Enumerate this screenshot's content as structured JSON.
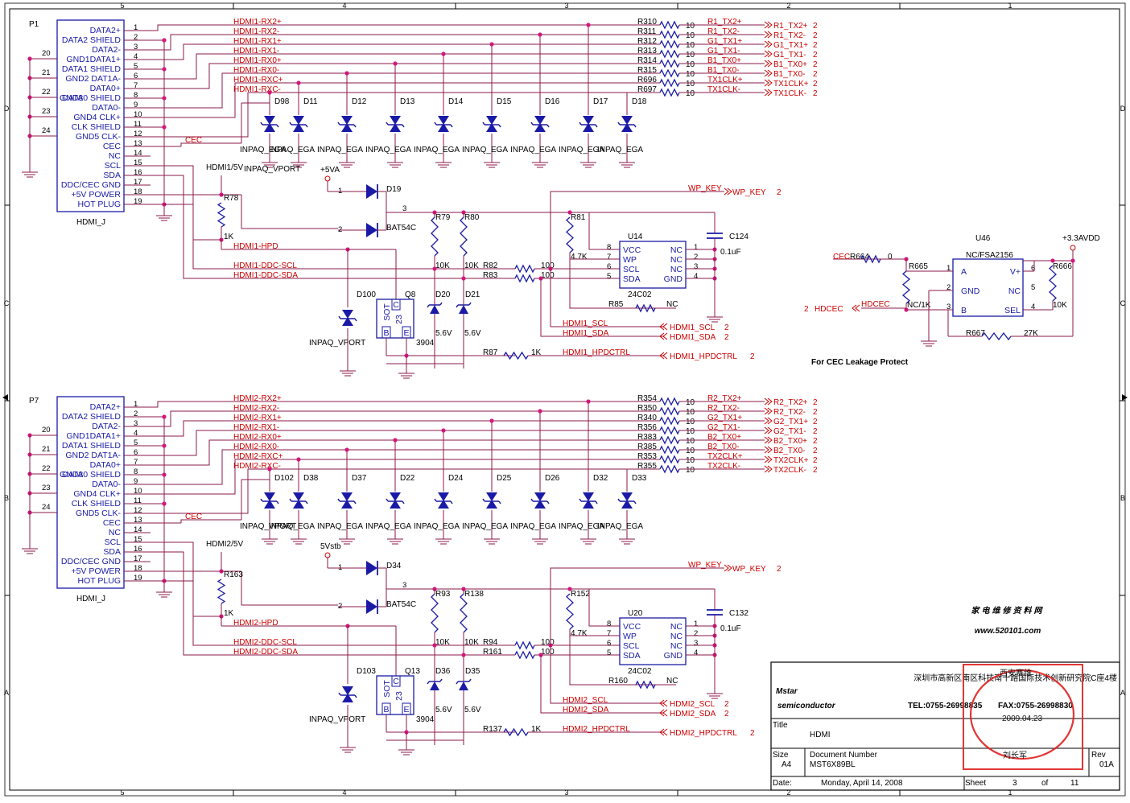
{
  "border": {
    "cols": [
      "5",
      "4",
      "3",
      "2",
      "1"
    ],
    "rows": [
      "D",
      "C",
      "B",
      "A"
    ]
  },
  "hdmi_pin_names": [
    "DATA2+",
    "DATA2 SHIELD",
    "DATA2-",
    "GND1DATA1+",
    "DATA1 SHIELD",
    "GND2 DAT1A-",
    "DATA0+",
    "DATA0 SHIELD",
    "DATA0-",
    "GND4  CLK+",
    "CLK SHIELD",
    "GND5   CLK-",
    "CEC",
    "NC",
    "SCL",
    "SDA",
    "DDC/CEC GND",
    "+5V POWER",
    "HOT PLUG"
  ],
  "hdmi_pin_nums": [
    "1",
    "2",
    "3",
    "4",
    "5",
    "6",
    "7",
    "8",
    "9",
    "10",
    "11",
    "12",
    "13",
    "14",
    "15",
    "16",
    "17",
    "18",
    "19"
  ],
  "hdmi_side_pins": [
    "20",
    "21",
    "22",
    "23",
    "24"
  ],
  "hdmi_overlap_text": "GND3",
  "ports": [
    {
      "conn_ref": "P1",
      "conn_value": "HDMI_J",
      "rx_nets": [
        "HDMI1-RX2+",
        "HDMI1-RX2-",
        "HDMI1-RX1+",
        "HDMI1-RX1-",
        "HDMI1-RX0+",
        "HDMI1-RX0-",
        "HDMI1-RXC+",
        "HDMI1-RXC-"
      ],
      "res_refs": [
        "R310",
        "R311",
        "R312",
        "R313",
        "R314",
        "R315",
        "R696",
        "R697"
      ],
      "res_val": "10",
      "tx_nets": [
        "R1_TX2+",
        "R1_TX2-",
        "G1_TX1+",
        "G1_TX1-",
        "B1_TX0+",
        "B1_TX0-",
        "TX1CLK+",
        "TX1CLK-"
      ],
      "tx_ports": [
        "R1_TX2+",
        "R1_TX2-",
        "G1_TX1+",
        "G1_TX1-",
        "B1_TX0+",
        "B1_TX0-",
        "TX1CLK+",
        "TX1CLK-"
      ],
      "port_num": "2",
      "diode_refs": [
        "D98",
        "D11",
        "D12",
        "D13",
        "D14",
        "D15",
        "D16",
        "D17",
        "D18"
      ],
      "diode_vals": [
        "INPAQ_EGA",
        "INPAQ_EGA",
        "INPAQ_EGA",
        "INPAQ_EGA",
        "INPAQ_EGA",
        "INPAQ_EGA",
        "INPAQ_EGA",
        "INPAQ_EGA",
        "INPAQ_EGA"
      ],
      "diode_extra": "INPAQ_VPORT",
      "cec_net": "CEC",
      "pwr_net": "HDMI1/5V",
      "r_hpd_ref": "R78",
      "r_hpd_val": "1K",
      "supply": "+5VA",
      "d_or_ref": "D19",
      "d_or_val": "BAT54C",
      "hpd_net": "HDMI1-HPD",
      "scl_net": "HDMI1-DDC-SCL",
      "sda_net": "HDMI1-DDC-SDA",
      "r_pu1_ref": "R79",
      "r_pu2_ref": "R80",
      "r_pu_val": "10K",
      "r_ser1_ref": "R82",
      "r_ser2_ref": "R83",
      "r_ser_val": "100",
      "r_wp_ref": "R81",
      "r_wp_val": "4.7K",
      "wp_net": "WP_KEY",
      "wp_port": "WP_KEY",
      "wp_num": "2",
      "eeprom_ref": "U14",
      "eeprom_val": "24C02",
      "eeprom_left": [
        "VCC",
        "WP",
        "SCL",
        "SDA"
      ],
      "eeprom_right": [
        "NC",
        "NC",
        "NC",
        "GND"
      ],
      "eeprom_lpins": [
        "8",
        "7",
        "6",
        "5"
      ],
      "eeprom_rpins": [
        "1",
        "2",
        "3",
        "4"
      ],
      "cap_ref": "C124",
      "cap_val": "0.1uF",
      "r_nc_ref": "R85",
      "r_nc_val": "NC",
      "d_esd_ref": "D100",
      "d_esd_val": "INPAQ_VPORT",
      "q_ref": "Q8",
      "q_val": "3904",
      "q_pkg": "SOT",
      "q_pkg2": "23",
      "q_pin_b": "B",
      "q_pin_c": "C",
      "q_pin_e": "E",
      "z1_ref": "D20",
      "z2_ref": "D21",
      "z_val": "5.6V",
      "scl_out": "HDMI1_SCL",
      "sda_out": "HDMI1_SDA",
      "scl_port": "HDMI1_SCL",
      "sda_port": "HDMI1_SDA",
      "r_hpc_ref": "R87",
      "r_hpc_val": "1K",
      "hpc_net": "HDMI1_HPDCTRL",
      "hpc_port": "HDMI1_HPDCTRL",
      "pin_1": "1",
      "pin_2": "2",
      "pin_3": "3"
    },
    {
      "conn_ref": "P7",
      "conn_value": "HDMI_J",
      "rx_nets": [
        "HDMI2-RX2+",
        "HDMI2-RX2-",
        "HDMI2-RX1+",
        "HDMI2-RX1-",
        "HDMI2-RX0+",
        "HDMI2-RX0-",
        "HDMI2-RXC+",
        "HDMI2-RXC-"
      ],
      "res_refs": [
        "R354",
        "R350",
        "R340",
        "R356",
        "R383",
        "R385",
        "R353",
        "R355"
      ],
      "res_val": "10",
      "tx_nets": [
        "R2_TX2+",
        "R2_TX2-",
        "G2_TX1+",
        "G2_TX1-",
        "B2_TX0+",
        "B2_TX0-",
        "TX2CLK+",
        "TX2CLK-"
      ],
      "tx_ports": [
        "R2_TX2+",
        "R2_TX2-",
        "G2_TX1+",
        "G2_TX1-",
        "B2_TX0+",
        "B2_TX0-",
        "TX2CLK+",
        "TX2CLK-"
      ],
      "port_num": "2",
      "diode_refs": [
        "D102",
        "D38",
        "D37",
        "D22",
        "D24",
        "D25",
        "D26",
        "D32",
        "D33"
      ],
      "diode_vals": [
        "INPAQ_VPORT",
        "INPAQ_EGA",
        "INPAQ_EGA",
        "INPAQ_EGA",
        "INPAQ_EGA",
        "INPAQ_EGA",
        "INPAQ_EGA",
        "INPAQ_EGA",
        "INPAQ_EGA"
      ],
      "diode_extra": "",
      "cec_net": "CEC",
      "pwr_net": "HDMI2/5V",
      "r_hpd_ref": "R163",
      "r_hpd_val": "1K",
      "supply": "5Vstb",
      "d_or_ref": "D34",
      "d_or_val": "BAT54C",
      "hpd_net": "HDMI2-HPD",
      "scl_net": "HDMI2-DDC-SCL",
      "sda_net": "HDMI2-DDC-SDA",
      "r_pu1_ref": "R93",
      "r_pu2_ref": "R138",
      "r_pu_val": "10K",
      "r_ser1_ref": "R94",
      "r_ser2_ref": "R161",
      "r_ser_val": "100",
      "r_wp_ref": "R152",
      "r_wp_val": "4.7K",
      "wp_net": "WP_KEY",
      "wp_port": "WP_KEY",
      "wp_num": "2",
      "eeprom_ref": "U20",
      "eeprom_val": "24C02",
      "eeprom_left": [
        "VCC",
        "WP",
        "SCL",
        "SDA"
      ],
      "eeprom_right": [
        "NC",
        "NC",
        "NC",
        "GND"
      ],
      "eeprom_lpins": [
        "8",
        "7",
        "6",
        "5"
      ],
      "eeprom_rpins": [
        "1",
        "2",
        "3",
        "4"
      ],
      "cap_ref": "C132",
      "cap_val": "0.1uF",
      "r_nc_ref": "R160",
      "r_nc_val": "NC",
      "d_esd_ref": "D103",
      "d_esd_val": "INPAQ_VPORT",
      "q_ref": "Q13",
      "q_val": "3904",
      "q_pkg": "SOT",
      "q_pkg2": "23",
      "q_pin_b": "B",
      "q_pin_c": "C",
      "q_pin_e": "E",
      "z1_ref": "D36",
      "z2_ref": "D35",
      "z_val": "5.6V",
      "scl_out": "HDMI2_SCL",
      "sda_out": "HDMI2_SDA",
      "scl_port": "HDMI2_SCL",
      "sda_port": "HDMI2_SDA",
      "r_hpc_ref": "R137",
      "r_hpc_val": "1K",
      "hpc_net": "HDMI2_HPDCTRL",
      "hpc_port": "HDMI2_HPDCTRL",
      "pin_1": "1",
      "pin_2": "2",
      "pin_3": "3"
    }
  ],
  "cec_block": {
    "ic_ref": "U46",
    "ic_val": "NC/FSA2156",
    "ic_left": [
      "A",
      "GND",
      "B"
    ],
    "ic_right": [
      "V+",
      "NC",
      "SEL"
    ],
    "ic_lpins": [
      "1",
      "2",
      "3"
    ],
    "ic_rpins": [
      "6",
      "5",
      "4"
    ],
    "supply": "+3.3AVDD",
    "cec_net": "CEC",
    "r1_ref": "R664",
    "r1_val": "0",
    "r2_ref": "R665",
    "r2_val": "NC/1K",
    "r3_ref": "R666",
    "r3_val": "10K",
    "r4_ref": "R667",
    "r4_val": "27K",
    "hdcec_port": "HDCEC",
    "hdcec_num": "2",
    "hdcec_net": "HDCEC",
    "note": "For CEC Leakage Protect"
  },
  "watermark": {
    "line1": "家电维修资料网",
    "line2": "www.520101.com"
  },
  "title_block": {
    "logo": "Mstar",
    "logo_sub": "semiconductor",
    "address": "深圳市高新区南区科技南十路国际技术创新研究院C座4楼",
    "tel": "TEL:0755-26998835",
    "fax": "FAX:0755-26998830",
    "title_label": "Title",
    "title": "HDMI",
    "size_label": "Size",
    "size": "A4",
    "docnum_label": "Document Number",
    "docnum": "MST6X89BL",
    "rev_label": "Rev",
    "rev": "01A",
    "date_label": "Date:",
    "date": "Monday, April 14, 2008",
    "sheet_label": "Sheet",
    "sheet": "3",
    "of_label": "of",
    "sheet_total": "11"
  },
  "stamp": {
    "line1": "西安赛维",
    "date": "2009.04.23",
    "name": "刘长军"
  },
  "colors": {
    "wire": "#8b1a4a",
    "part": "#1a1aa6",
    "net_label": "#cc0000",
    "junction": "#d4177d",
    "stamp": "#e02020",
    "watermark_blue": "#2d3e9e",
    "watermark_red": "#d01010"
  }
}
